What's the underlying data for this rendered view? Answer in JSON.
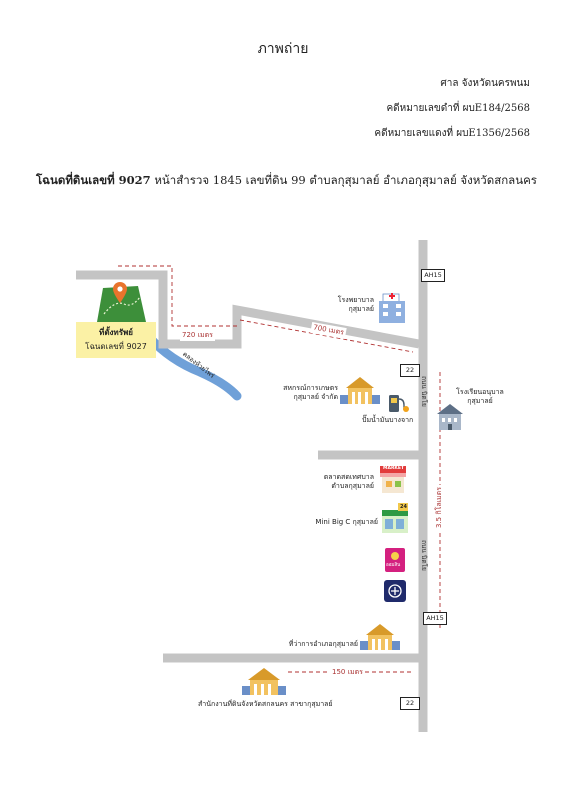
{
  "header": {
    "title": "ภาพถ่าย",
    "court": "ศาล จังหวัดนครพนม",
    "black_case": "คดีหมายเลขดำที่ ผบE184/2568",
    "red_case": "คดีหมายเลขแดงที่ ผบE1356/2568"
  },
  "deed": {
    "bold": "โฉนดที่ดินเลขที่ 9027",
    "rest": " หน้าสำรวจ 1845 เลขที่ดิน 99 ตำบลกุสุมาลย์ อำเภอกุสุมาลย์ จังหวัดสกลนคร"
  },
  "map": {
    "property": {
      "line1": "ที่ตั้งทรัพย์",
      "line2": "โฉนดเลขที่ 9027"
    },
    "canal": "คลองห้วยไพร่",
    "distances": {
      "d720": "720 เมตร",
      "d700": "700 เมตร",
      "d150": "150 เมตร",
      "d35km": "3.5 กิโลเมตร"
    },
    "road_signs": {
      "ah15_top": "AH15",
      "r22_top": "22",
      "ah15_mid": "AH15",
      "r22_bottom": "22"
    },
    "road_names": {
      "upper": "ถนน นิตโย",
      "lower": "ถนน นิตโย"
    },
    "places": {
      "hospital": {
        "line1": "โรงพยาบาล",
        "line2": "กุสุมาลย์"
      },
      "coop": {
        "line1": "สหกรณ์การเกษตร",
        "line2": "กุสุมาลย์ จำกัด"
      },
      "gas": "ปั๊มน้ำมันบางจาก",
      "school": {
        "line1": "โรงเรียนอนุบาล",
        "line2": "กุสุมาลย์"
      },
      "market": {
        "line1": "ตลาดสดเทศบาล",
        "line2": "ตำบลกุสุมาลย์"
      },
      "bigc": "Mini Big C กุสุมาลย์",
      "district": "ที่ว่าการอำเภอกุสุมาลย์",
      "land_office": "สำนักงานที่ดินจังหวัดสกลนคร สาขากุสุมาลย์"
    },
    "icon_labels": {
      "market_sign": "MARKET",
      "bank_sign": "ออมสิน",
      "store_sign": "24"
    },
    "colors": {
      "road": "#c4c4c4",
      "dashed": "#b03030",
      "canal": "#6fa0d8",
      "land_fill": "#fbf1a5",
      "pin": "#e8742c",
      "hill": "#3d8f3a"
    }
  }
}
